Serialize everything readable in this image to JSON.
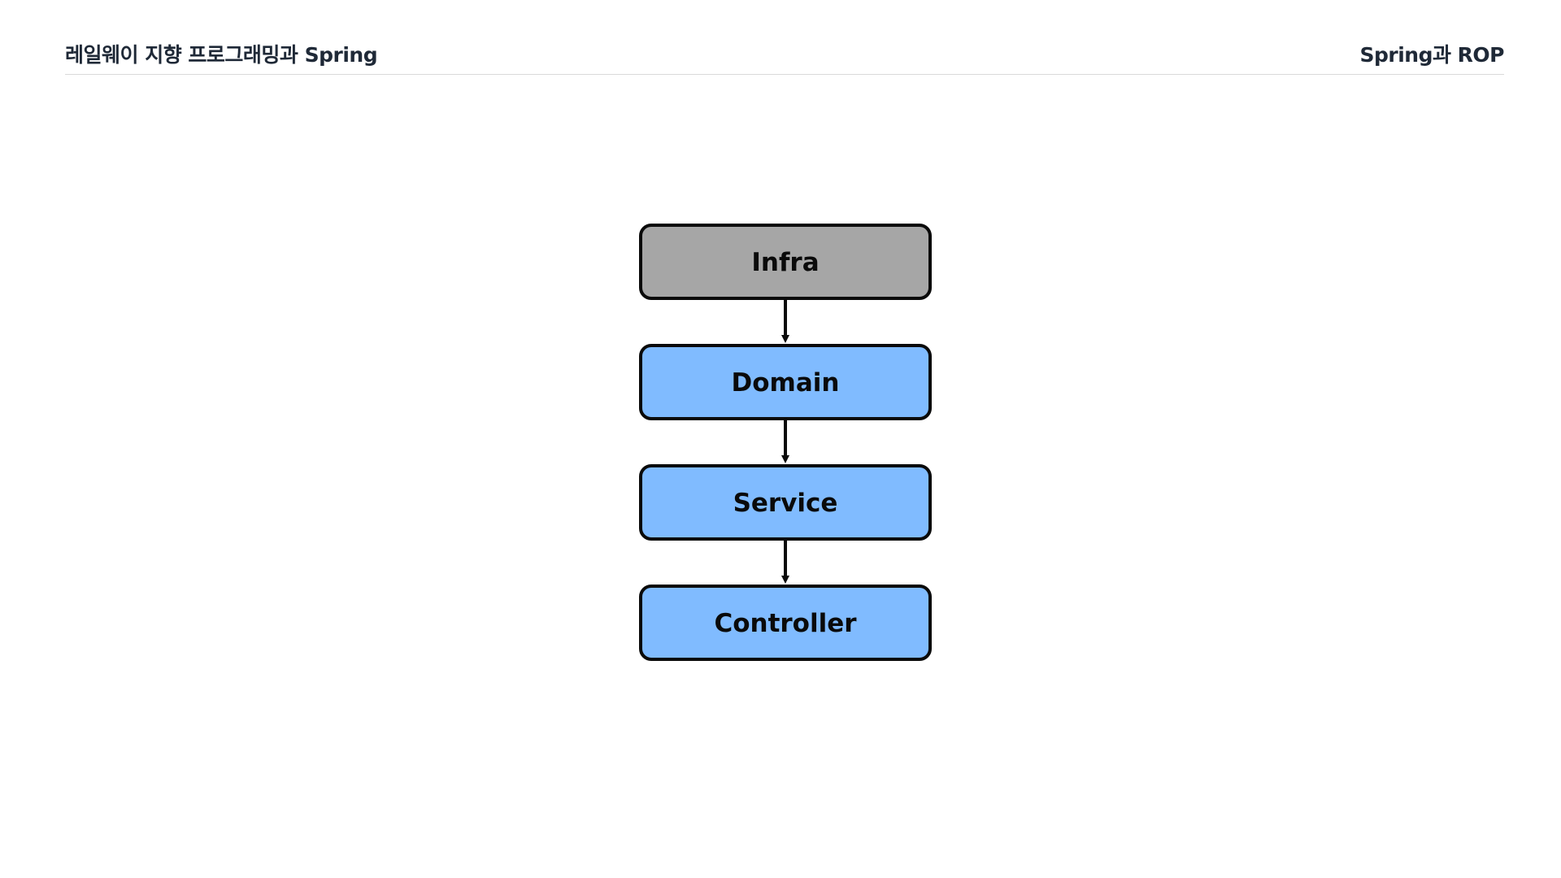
{
  "header": {
    "title": "레일웨이 지향 프로그래밍과 Spring",
    "section": "Spring과 ROP"
  },
  "diagram": {
    "layers": [
      {
        "label": "Infra",
        "color": "#a6a6a6"
      },
      {
        "label": "Domain",
        "color": "#80bbff"
      },
      {
        "label": "Service",
        "color": "#80bbff"
      },
      {
        "label": "Controller",
        "color": "#80bbff"
      }
    ],
    "edges": [
      {
        "from": "Infra",
        "to": "Domain"
      },
      {
        "from": "Domain",
        "to": "Service"
      },
      {
        "from": "Service",
        "to": "Controller"
      }
    ],
    "border_color": "#0a0a0a"
  }
}
